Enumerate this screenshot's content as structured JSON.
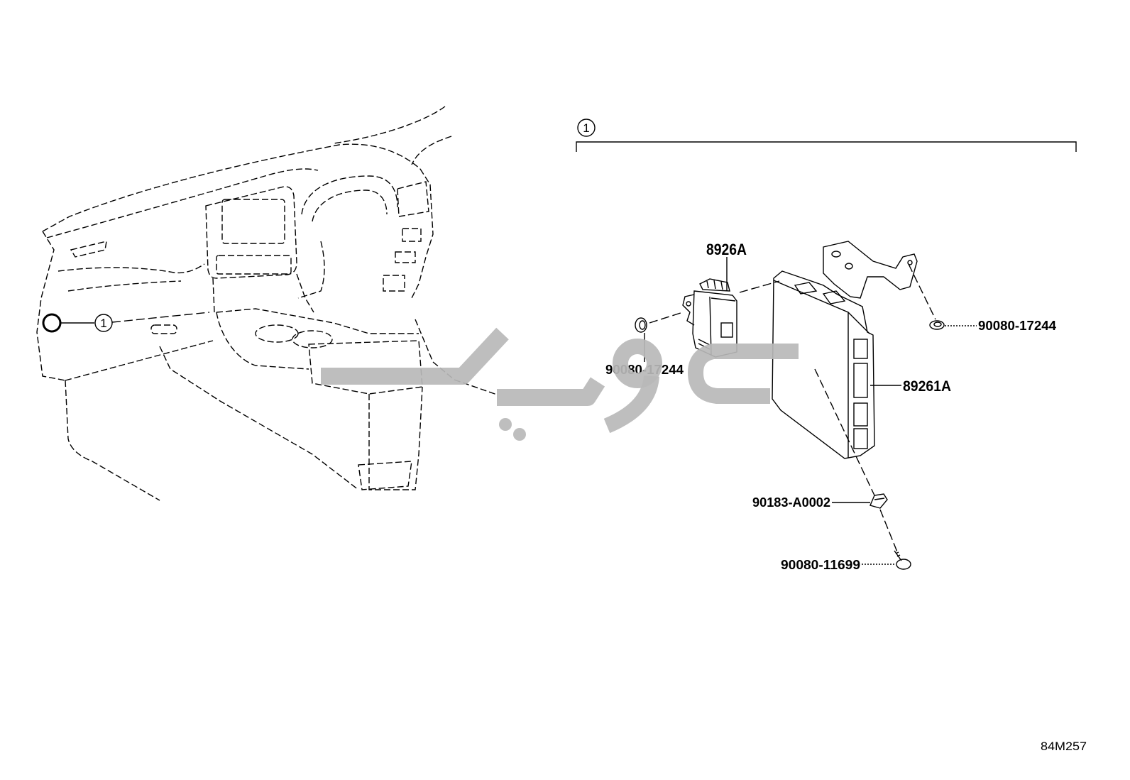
{
  "diagram": {
    "assembly_callout": "1",
    "location_callout": "1",
    "figure_code": "84M257"
  },
  "parts": {
    "module": "8926A",
    "ecu": "89261A",
    "grommet_left": "90080-17244",
    "grommet_right": "90080-17244",
    "clip": "90183-A0002",
    "bolt": "90080-11699"
  },
  "colors": {
    "line": "#000000",
    "background": "#ffffff",
    "watermark": "#b8b8b8"
  }
}
